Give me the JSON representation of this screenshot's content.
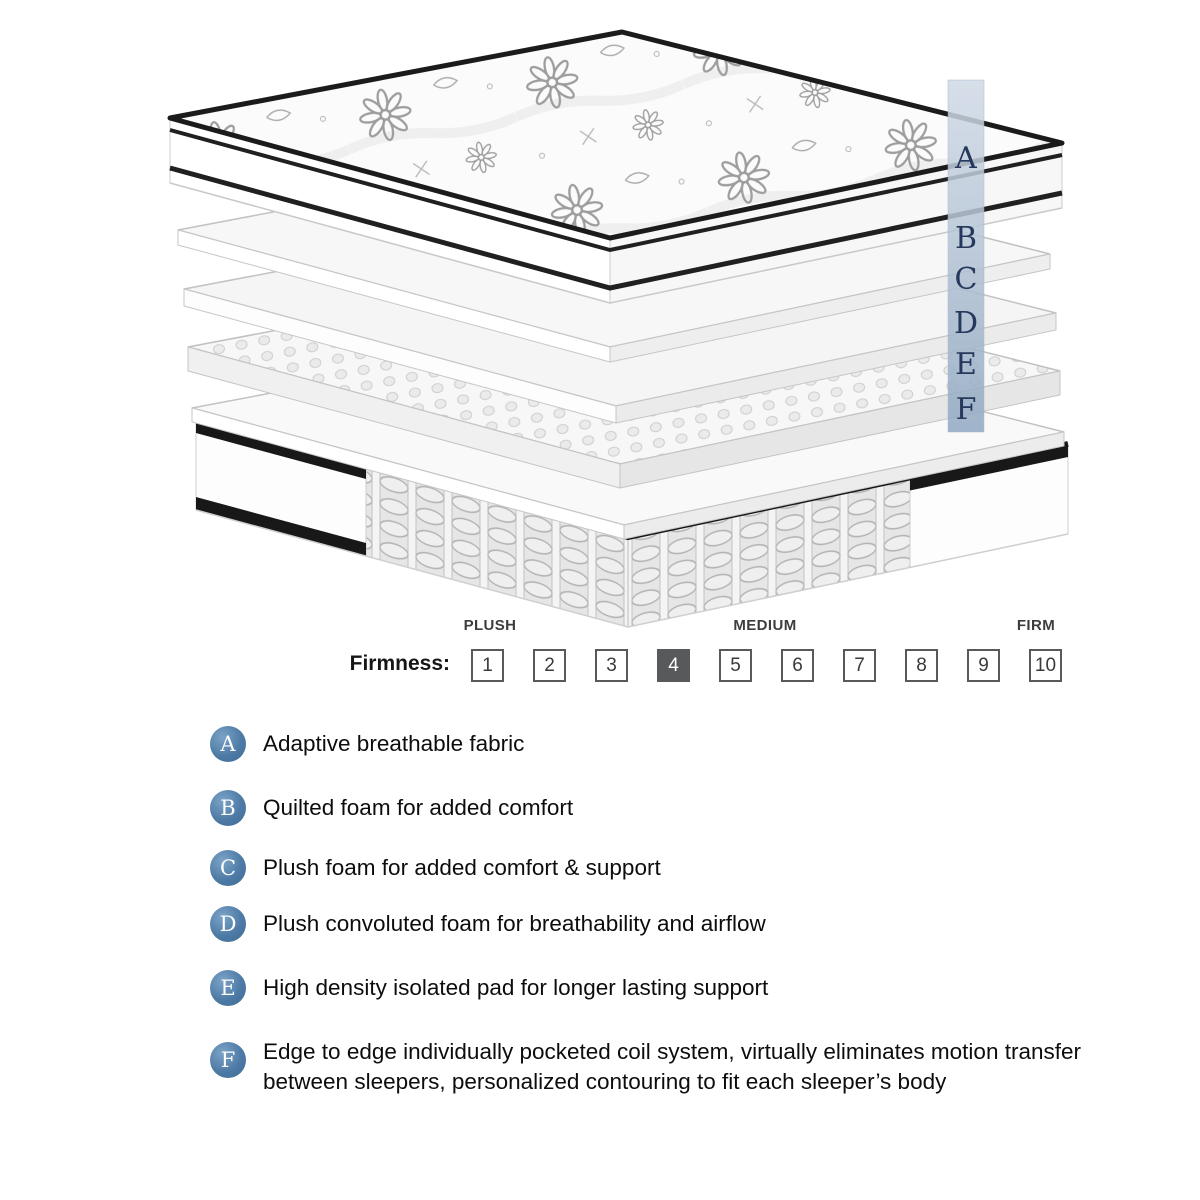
{
  "diagram": {
    "layer_labels": [
      "A",
      "B",
      "C",
      "D",
      "E",
      "F"
    ]
  },
  "firmness": {
    "label": "Firmness:",
    "scale_words": {
      "plush": "PLUSH",
      "medium": "MEDIUM",
      "firm": "FIRM"
    },
    "levels": [
      "1",
      "2",
      "3",
      "4",
      "5",
      "6",
      "7",
      "8",
      "9",
      "10"
    ],
    "selected_level": "4"
  },
  "legend": {
    "items": [
      {
        "letter": "A",
        "text": "Adaptive breathable fabric"
      },
      {
        "letter": "B",
        "text": "Quilted foam for added comfort"
      },
      {
        "letter": "C",
        "text": "Plush foam for added comfort & support"
      },
      {
        "letter": "D",
        "text": "Plush convoluted foam for breathability and airflow"
      },
      {
        "letter": "E",
        "text": "High density isolated pad for longer lasting support"
      },
      {
        "letter": "F",
        "text": "Edge to edge individually pocketed coil system, virtually eliminates motion transfer between sleepers, personalized contouring to fit each sleeper’s body"
      }
    ]
  },
  "colors": {
    "legend_badge_blue": "#4e7ba6",
    "band_letter_navy": "#24395b",
    "selected_box_gray": "#58595b",
    "piping_black": "#181818"
  }
}
